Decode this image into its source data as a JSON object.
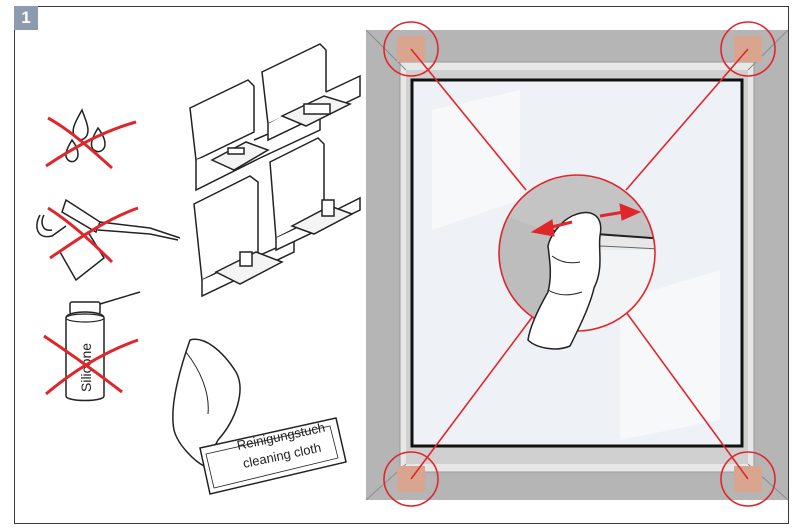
{
  "step": {
    "number": "1"
  },
  "prohibited": {
    "spray_can_label": "Silicone"
  },
  "cleaning_cloth": {
    "line1": "Reinigungstuch",
    "line2": "cleaning cloth"
  },
  "colors": {
    "badge": "#8c9bb0",
    "frame_gray": "#b5b5b5",
    "corner_pad": "#d9a58e",
    "red": "#e0262b",
    "glass": "#eef2f6",
    "outline": "#222222"
  },
  "icons": [
    "no-liquids-icon",
    "no-oil-can-icon",
    "no-silicone-spray-icon",
    "corner-bracket-icon",
    "cleaning-cloth-icon",
    "wiping-hand-cloth-icon"
  ]
}
